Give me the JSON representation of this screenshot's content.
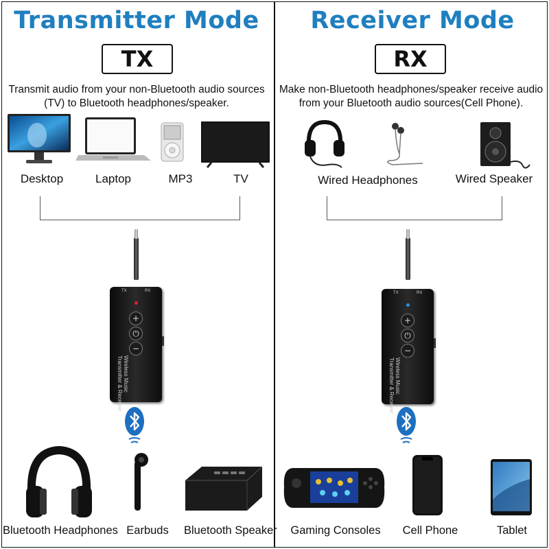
{
  "left": {
    "title": "Transmitter Mode",
    "mode": "TX",
    "description_line1": "Transmit audio from your non-Bluetooth audio sources",
    "description_line2": "(TV) to Bluetooth headphones/speaker.",
    "sources": [
      {
        "label": "Desktop",
        "icon": "desktop-monitor-icon"
      },
      {
        "label": "Laptop",
        "icon": "laptop-icon"
      },
      {
        "label": "MP3",
        "icon": "mp3-player-icon"
      },
      {
        "label": "TV",
        "icon": "tv-icon"
      }
    ],
    "outputs": [
      {
        "label": "Bluetooth Headphones",
        "icon": "bluetooth-headphones-icon"
      },
      {
        "label": "Earbuds",
        "icon": "earbud-icon"
      },
      {
        "label": "Bluetooth Speaker",
        "icon": "bluetooth-speaker-icon"
      }
    ],
    "device": {
      "tx": "TX",
      "rx": "RX",
      "text1": "Wireless Music",
      "text2": "Transmitter & Receiver",
      "led_color": "#e02020"
    }
  },
  "right": {
    "title": "Receiver Mode",
    "mode": "RX",
    "description_line1": "Make non-Bluetooth headphones/speaker receive audio",
    "description_line2": "from your Bluetooth audio sources(Cell Phone).",
    "sources": [
      {
        "label": "Wired Headphones",
        "icon": "wired-headphones-icon"
      },
      {
        "label": "Wired Speaker",
        "icon": "wired-speaker-icon"
      }
    ],
    "outputs": [
      {
        "label": "Gaming Consoles",
        "icon": "gaming-console-icon"
      },
      {
        "label": "Cell Phone",
        "icon": "cell-phone-icon"
      },
      {
        "label": "Tablet",
        "icon": "tablet-icon"
      }
    ],
    "device": {
      "tx": "TX",
      "rx": "RX",
      "text1": "Wireless Music",
      "text2": "Transmitter & Receiver",
      "led_color": "#2a8fe0"
    }
  },
  "colors": {
    "title": "#1f7fbf",
    "bluetooth": "#1f6fc0"
  }
}
